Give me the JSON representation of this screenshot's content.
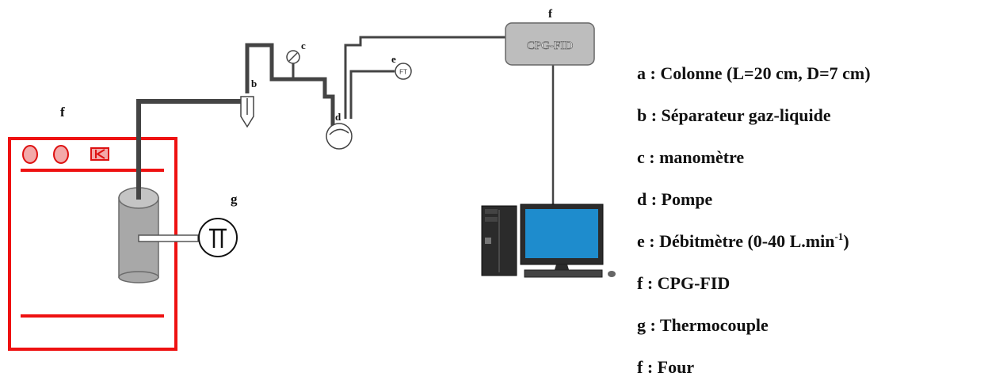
{
  "colors": {
    "oven": "#ee1111",
    "pipe": "#444444",
    "column": "#a8a8a8",
    "cpg_box": "#bdbdbd",
    "monitor_screen": "#1e8ccd"
  },
  "markers": {
    "a": "",
    "b": "b",
    "c": "c",
    "d": "d",
    "e": "e",
    "flowmeter_text": "FT",
    "f_top": "f",
    "f_left": "f",
    "g": "g"
  },
  "cpg_box_label": "CPG-FID",
  "legend": [
    {
      "text": "a : Colonne (L=20 cm, D=7 cm)",
      "sup": "",
      "suffix": ""
    },
    {
      "text": "b : Séparateur gaz-liquide",
      "sup": "",
      "suffix": ""
    },
    {
      "text": "c : manomètre",
      "sup": "",
      "suffix": ""
    },
    {
      "text": "d : Pompe",
      "sup": "",
      "suffix": ""
    },
    {
      "text": "e : Débitmètre (0-40 L.min",
      "sup": "-1",
      "suffix": ")"
    },
    {
      "text": "f : CPG-FID",
      "sup": "",
      "suffix": ""
    },
    {
      "text": "g  : Thermocouple",
      "sup": "",
      "suffix": ""
    },
    {
      "text": "f  : Four",
      "sup": "",
      "suffix": ""
    }
  ]
}
